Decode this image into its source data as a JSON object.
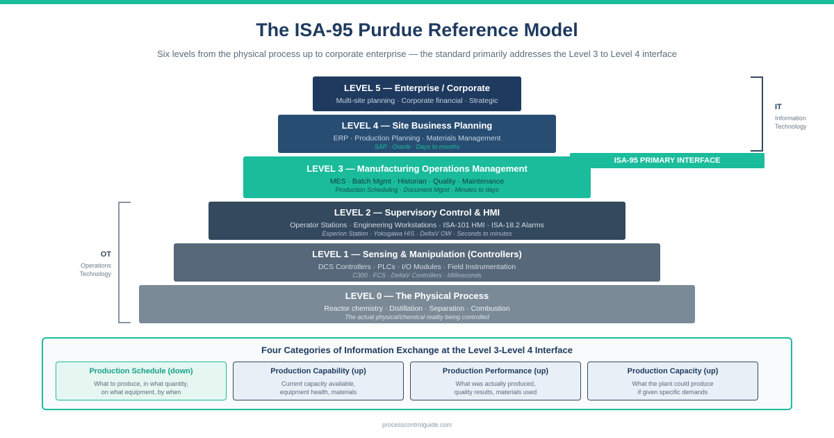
{
  "title": "The ISA-95 Purdue Reference Model",
  "subtitle": "Six levels from the physical process up to corporate enterprise — the standard primarily addresses the Level 3 to Level 4 interface",
  "levels": {
    "l5": {
      "title": "LEVEL 5 — Enterprise / Corporate",
      "desc": "Multi-site planning · Corporate financial · Strategic",
      "note": ""
    },
    "l4": {
      "title": "LEVEL 4 — Site Business Planning",
      "desc": "ERP · Production Planning · Materials Management",
      "note": "SAP · Oracle · Days to months"
    },
    "l3": {
      "title": "LEVEL 3 — Manufacturing Operations Management",
      "desc": "MES · Batch Mgmt · Historian · Quality · Maintenance",
      "note": "Production Scheduling · Document Mgmt · Minutes to days"
    },
    "l2": {
      "title": "LEVEL 2 — Supervisory Control & HMI",
      "desc": "Operator Stations · Engineering Workstations · ISA-101 HMI · ISA-18.2 Alarms",
      "note": "Experion Station · Yokogawa HIS · DeltaV OW · Seconds to minutes"
    },
    "l1": {
      "title": "LEVEL 1 — Sensing & Manipulation (Controllers)",
      "desc": "DCS Controllers · PLCs · I/O Modules · Field Instrumentation",
      "note": "C300 · FCS · DeltaV Controllers · Milliseconds"
    },
    "l0": {
      "title": "LEVEL 0 — The Physical Process",
      "desc": "Reactor chemistry · Distillation · Separation · Combustion",
      "note": "The actual physical/chemical reality being controlled"
    }
  },
  "it_label": {
    "abbr": "IT",
    "line1": "Information",
    "line2": "Technology"
  },
  "ot_label": {
    "abbr": "OT",
    "line1": "Operations",
    "line2": "Technology"
  },
  "interface_badge": "ISA-95 PRIMARY INTERFACE",
  "exchange": {
    "title": "Four Categories of Information Exchange at the Level 3-Level 4 Interface",
    "cards": [
      {
        "title": "Production Schedule (down)",
        "line1": "What to produce, in what quantity,",
        "line2": "on what equipment, by when"
      },
      {
        "title": "Production Capability (up)",
        "line1": "Current capacity available,",
        "line2": "equipment health, materials"
      },
      {
        "title": "Production Performance (up)",
        "line1": "What was actually produced,",
        "line2": "quality results, materials used"
      },
      {
        "title": "Production Capacity (up)",
        "line1": "What the plant could produce",
        "line2": "if given specific demands"
      }
    ]
  },
  "footer": "processcontrolguide.com",
  "colors": {
    "accent": "#1abc9c",
    "navy": "#1e3a5f",
    "level5": "#1e3a5f",
    "level4": "#284d73",
    "level3": "#1abc9c",
    "level2": "#34495e",
    "level1": "#566879",
    "level0": "#7b8a97"
  }
}
